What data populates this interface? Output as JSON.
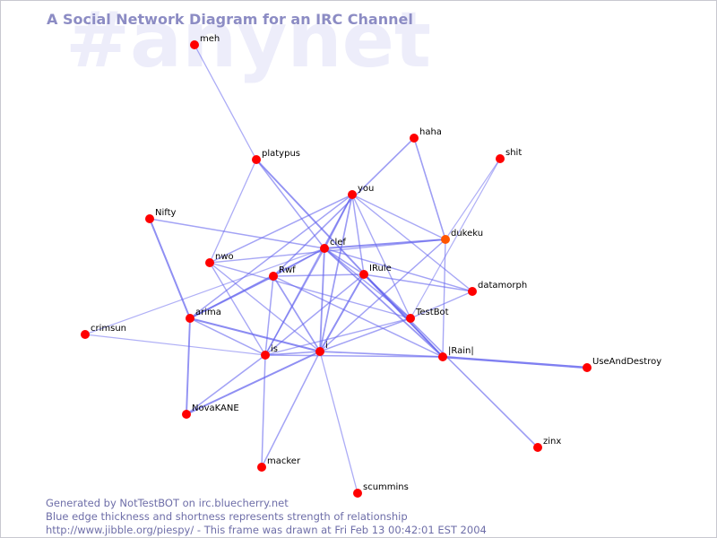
{
  "watermark": "#anynet",
  "title": "A Social Network Diagram for an IRC Channel",
  "footer": {
    "line1": "Generated by NotTestBOT on irc.bluecherry.net",
    "line2": "Blue edge thickness and shortness represents strength of relationship",
    "line3": "http://www.jibble.org/piespy/ - This frame was drawn at Fri Feb 13 00:42:01 EST 2004"
  },
  "colors": {
    "node": "#ff0000",
    "node_highlight": "#ff5500",
    "edge": "#6666ee",
    "title": "#8c8cc4",
    "watermark": "#ededfa"
  },
  "nodes": [
    {
      "id": "meh",
      "label": "meh"
    },
    {
      "id": "platypus",
      "label": "platypus"
    },
    {
      "id": "haha",
      "label": "haha"
    },
    {
      "id": "shit",
      "label": "shit"
    },
    {
      "id": "you",
      "label": "you"
    },
    {
      "id": "nifty",
      "label": "Nifty"
    },
    {
      "id": "dukeku",
      "label": "dukeku",
      "highlight": true
    },
    {
      "id": "clef",
      "label": "clef"
    },
    {
      "id": "nwo",
      "label": "nwo"
    },
    {
      "id": "rwf",
      "label": "Rwf"
    },
    {
      "id": "irule",
      "label": "IRule"
    },
    {
      "id": "datamorph",
      "label": "datamorph"
    },
    {
      "id": "arima",
      "label": "arima"
    },
    {
      "id": "testbot",
      "label": "TestBot"
    },
    {
      "id": "crimsun",
      "label": "crimsun"
    },
    {
      "id": "is",
      "label": "is"
    },
    {
      "id": "i",
      "label": "i"
    },
    {
      "id": "rain",
      "label": "|Rain|"
    },
    {
      "id": "useanddestroy",
      "label": "UseAndDestroy"
    },
    {
      "id": "novakane",
      "label": "NovaKANE"
    },
    {
      "id": "zinx",
      "label": "zinx"
    },
    {
      "id": "macker",
      "label": "macker"
    },
    {
      "id": "scummins",
      "label": "scummins"
    }
  ],
  "edges": [
    {
      "from": "meh",
      "to": "platypus",
      "strength": 0.35
    },
    {
      "from": "platypus",
      "to": "nwo",
      "strength": 0.35
    },
    {
      "from": "platypus",
      "to": "rain",
      "strength": 0.65
    },
    {
      "from": "platypus",
      "to": "clef",
      "strength": 0.45
    },
    {
      "from": "haha",
      "to": "rwf",
      "strength": 0.5
    },
    {
      "from": "haha",
      "to": "dukeku",
      "strength": 0.5
    },
    {
      "from": "shit",
      "to": "dukeku",
      "strength": 0.3
    },
    {
      "from": "shit",
      "to": "testbot",
      "strength": 0.3
    },
    {
      "from": "you",
      "to": "clef",
      "strength": 0.6
    },
    {
      "from": "you",
      "to": "nwo",
      "strength": 0.45
    },
    {
      "from": "you",
      "to": "arima",
      "strength": 0.45
    },
    {
      "from": "you",
      "to": "is",
      "strength": 0.45
    },
    {
      "from": "you",
      "to": "i",
      "strength": 0.55
    },
    {
      "from": "you",
      "to": "irule",
      "strength": 0.45
    },
    {
      "from": "you",
      "to": "dukeku",
      "strength": 0.4
    },
    {
      "from": "you",
      "to": "datamorph",
      "strength": 0.4
    },
    {
      "from": "you",
      "to": "testbot",
      "strength": 0.4
    },
    {
      "from": "nifty",
      "to": "clef",
      "strength": 0.45
    },
    {
      "from": "nifty",
      "to": "arima",
      "strength": 0.7
    },
    {
      "from": "dukeku",
      "to": "clef",
      "strength": 0.7
    },
    {
      "from": "dukeku",
      "to": "nwo",
      "strength": 0.4
    },
    {
      "from": "dukeku",
      "to": "i",
      "strength": 0.45
    },
    {
      "from": "dukeku",
      "to": "rain",
      "strength": 0.4
    },
    {
      "from": "clef",
      "to": "rwf",
      "strength": 0.55
    },
    {
      "from": "clef",
      "to": "is",
      "strength": 0.45
    },
    {
      "from": "clef",
      "to": "i",
      "strength": 0.6
    },
    {
      "from": "clef",
      "to": "arima",
      "strength": 0.45
    },
    {
      "from": "clef",
      "to": "testbot",
      "strength": 0.45
    },
    {
      "from": "clef",
      "to": "rain",
      "strength": 0.6
    },
    {
      "from": "clef",
      "to": "datamorph",
      "strength": 0.45
    },
    {
      "from": "clef",
      "to": "irule",
      "strength": 0.5
    },
    {
      "from": "nwo",
      "to": "testbot",
      "strength": 0.4
    },
    {
      "from": "nwo",
      "to": "is",
      "strength": 0.4
    },
    {
      "from": "nwo",
      "to": "i",
      "strength": 0.4
    },
    {
      "from": "rwf",
      "to": "irule",
      "strength": 0.45
    },
    {
      "from": "rwf",
      "to": "arima",
      "strength": 0.7
    },
    {
      "from": "rwf",
      "to": "is",
      "strength": 0.45
    },
    {
      "from": "rwf",
      "to": "i",
      "strength": 0.55
    },
    {
      "from": "rwf",
      "to": "rain",
      "strength": 0.45
    },
    {
      "from": "irule",
      "to": "i",
      "strength": 0.7
    },
    {
      "from": "irule",
      "to": "is",
      "strength": 0.45
    },
    {
      "from": "irule",
      "to": "datamorph",
      "strength": 0.45
    },
    {
      "from": "irule",
      "to": "testbot",
      "strength": 0.45
    },
    {
      "from": "irule",
      "to": "rain",
      "strength": 0.55
    },
    {
      "from": "irule",
      "to": "zinx",
      "strength": 0.5
    },
    {
      "from": "arima",
      "to": "is",
      "strength": 0.45
    },
    {
      "from": "arima",
      "to": "i",
      "strength": 0.75
    },
    {
      "from": "arima",
      "to": "novakane",
      "strength": 0.65
    },
    {
      "from": "crimsun",
      "to": "is",
      "strength": 0.3
    },
    {
      "from": "crimsun",
      "to": "clef",
      "strength": 0.3
    },
    {
      "from": "testbot",
      "to": "is",
      "strength": 0.4
    },
    {
      "from": "testbot",
      "to": "i",
      "strength": 0.45
    },
    {
      "from": "is",
      "to": "i",
      "strength": 0.5
    },
    {
      "from": "is",
      "to": "novakane",
      "strength": 0.45
    },
    {
      "from": "is",
      "to": "macker",
      "strength": 0.45
    },
    {
      "from": "i",
      "to": "rain",
      "strength": 0.55
    },
    {
      "from": "i",
      "to": "novakane",
      "strength": 0.7
    },
    {
      "from": "i",
      "to": "macker",
      "strength": 0.45
    },
    {
      "from": "i",
      "to": "scummins",
      "strength": 0.35
    },
    {
      "from": "rain",
      "to": "useanddestroy",
      "strength": 0.9
    },
    {
      "from": "rain",
      "to": "is",
      "strength": 0.45
    },
    {
      "from": "datamorph",
      "to": "testbot",
      "strength": 0.4
    }
  ]
}
